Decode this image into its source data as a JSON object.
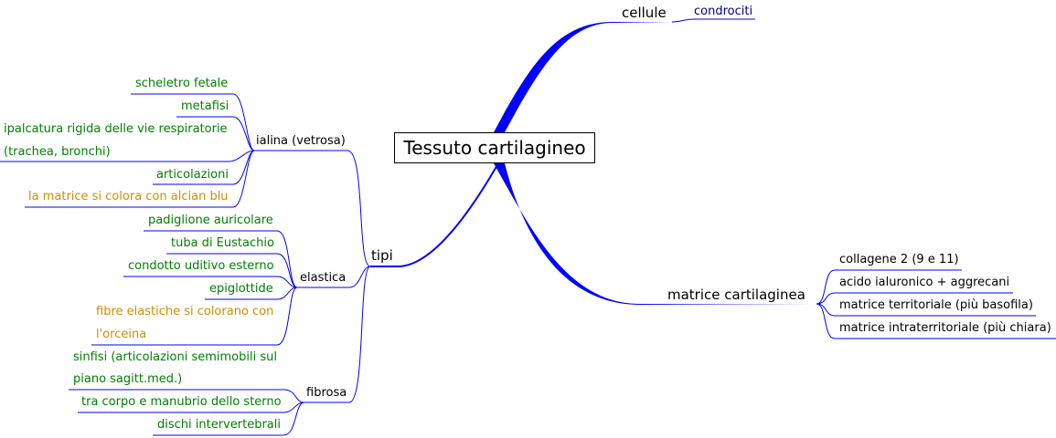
{
  "root": "Tessuto cartilagineo",
  "colors": {
    "line": "#0000ff",
    "leaf_green": "#008000",
    "leaf_orange": "#d08c00",
    "link": "#000080"
  },
  "branches": {
    "cellule": {
      "label": "cellule",
      "children": [
        "condrociti"
      ]
    },
    "tipi": {
      "label": "tipi",
      "ialina": {
        "label": "ialina (vetrosa)",
        "children": [
          "scheletro fetale",
          "metafisi",
          "ipalcatura rigida delle vie respiratorie",
          "(trachea, bronchi)",
          "articolazioni",
          "la matrice si colora con alcian blu"
        ]
      },
      "elastica": {
        "label": "elastica",
        "children": [
          "padiglione auricolare",
          "tuba di Eustachio",
          "condotto uditivo esterno",
          "epiglottide",
          "fibre elastiche si colorano con",
          "l'orceina"
        ]
      },
      "fibrosa": {
        "label": "fibrosa",
        "children": [
          "sinfisi (articolazioni semimobili sul",
          "piano sagitt.med.)",
          "tra corpo e manubrio dello sterno",
          "dischi intervertebrali"
        ]
      }
    },
    "matrice": {
      "label": "matrice cartilaginea",
      "children": [
        "collagene 2 (9 e 11)",
        "acido ialuronico + aggrecani",
        "matrice territoriale (più basofila)",
        "matrice intraterritoriale (più chiara)"
      ]
    }
  }
}
